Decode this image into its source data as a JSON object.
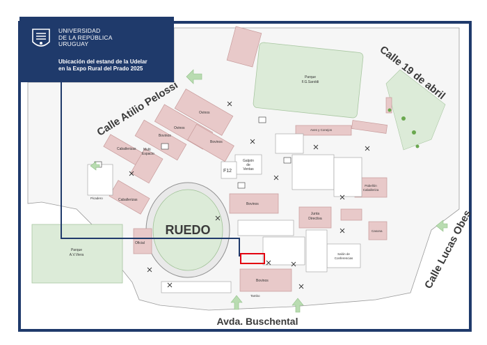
{
  "header": {
    "university_lines": [
      "UNIVERSIDAD",
      "DE LA REPÚBLICA",
      "URUGUAY"
    ],
    "caption_lines": [
      "Ubicación del estand de la Udelar",
      "en la Expo Rural del Prado 2025"
    ]
  },
  "streets": {
    "pelossi": "Calle Atilio Pelossi",
    "abril": "Calle 19 de abril",
    "lucas": "Calle Lucas Obes",
    "buschental": "Avda. Buschental"
  },
  "parks": {
    "saroldi": [
      "Parque",
      "F.G.Saroldi"
    ],
    "viera": [
      "Parque",
      "A.V.Viera"
    ]
  },
  "areas": {
    "ruedo": "RUEDO",
    "f12": "F12",
    "galpon": [
      "Galpón",
      "de",
      "Ventas"
    ],
    "junta": [
      "Junta",
      "Directiva"
    ],
    "pabellon": [
      "Pabellón",
      "Caballeriza"
    ],
    "salon": [
      "Salón de",
      "Conferencias"
    ],
    "multi": [
      "Multi",
      "Espacio"
    ],
    "oficial": "Oficial",
    "picadero": "Picadero",
    "casona": "Casona",
    "tambo": "Tambo",
    "aves": "Aves y Conejos",
    "bovinos": "Bovinos",
    "ovinos": "Ovinos",
    "caballerizas": "Caballerizas"
  },
  "colors": {
    "brand": "#1f3a6b",
    "frame": "#1f3a6b",
    "building": "#e8c9c9",
    "building_stroke": "#c79a9a",
    "park": "#dcebd8",
    "grass": "#dcebd8",
    "highlight": "#e3000f",
    "arrow": "#b9dcb1",
    "street_text": "#3a3a3a"
  },
  "icons": [
    "university-seal-icon",
    "restroom-icon",
    "food-icon",
    "entrance-arrow-icon",
    "tree-icon"
  ]
}
